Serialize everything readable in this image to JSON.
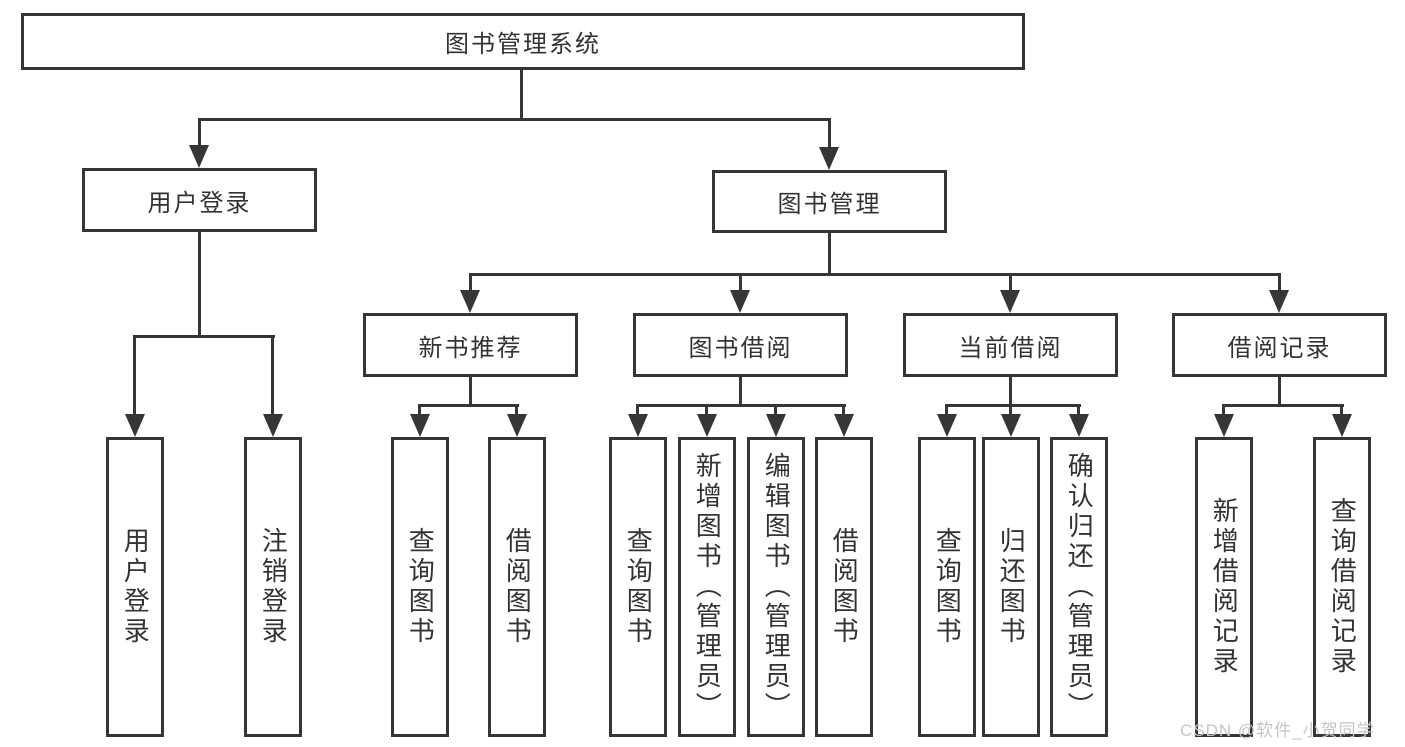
{
  "colors": {
    "line": "#363636",
    "text": "#333333",
    "watermark": "#c5c5c5"
  },
  "watermark": "CSDN @软件_小贺同学",
  "nodes": {
    "root": "图书管理系统",
    "l2": {
      "userLogin": "用户登录",
      "bookManagement": "图书管理"
    },
    "l3": {
      "newBooks": "新书推荐",
      "bookBorrow": "图书借阅",
      "currentBorrow": "当前借阅",
      "borrowRecords": "借阅记录"
    },
    "l4": {
      "userLogin": "用户登录",
      "logout": "注销登录",
      "queryBooks1": "查询图书",
      "borrowBooks1": "借阅图书",
      "queryBooks2": "查询图书",
      "addBooksAdmin": "新增图书（管理员）",
      "editBooksAdmin": "编辑图书（管理员）",
      "borrowBooks2": "借阅图书",
      "queryBooks3": "查询图书",
      "returnBooks": "归还图书",
      "confirmReturnAdmin": "确认归还（管理员）",
      "addBorrowRecord": "新增借阅记录",
      "queryBorrowRecord": "查询借阅记录"
    }
  }
}
